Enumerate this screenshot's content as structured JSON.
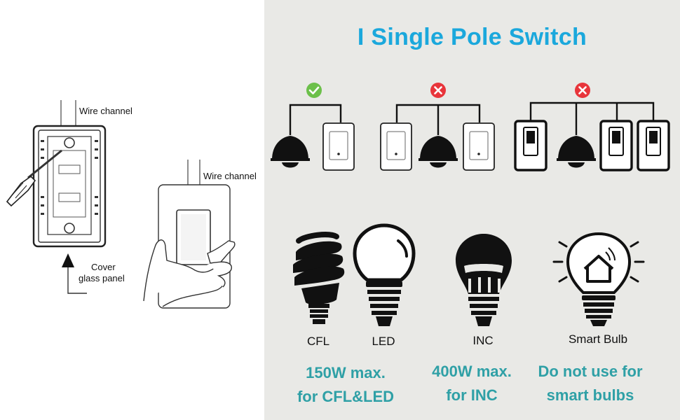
{
  "title": "I Single Pole Switch",
  "left": {
    "wire_channel_1": "Wire channel",
    "wire_channel_2": "Wire channel",
    "cover_line1": "Cover",
    "cover_line2": "glass panel"
  },
  "wiring": [
    {
      "status": "ok",
      "icon": "check-icon"
    },
    {
      "status": "not-supported",
      "icon": "cross-icon"
    },
    {
      "status": "not-supported",
      "icon": "cross-icon"
    }
  ],
  "bulbs": {
    "cfl": "CFL",
    "led": "LED",
    "inc": "INC",
    "smart": "Smart Bulb"
  },
  "specs": {
    "cfl_led_line1": "150W max.",
    "cfl_led_line2": "for CFL&LED",
    "inc_line1": "400W max.",
    "inc_line2": "for INC",
    "smart_line1": "Do not use for",
    "smart_line2": "smart bulbs"
  },
  "colors": {
    "title": "#1ba8dc",
    "spec_text": "#2fa0a6",
    "check": "#6cc04a",
    "cross": "#e8353b",
    "panel_bg": "#e9e9e6"
  }
}
